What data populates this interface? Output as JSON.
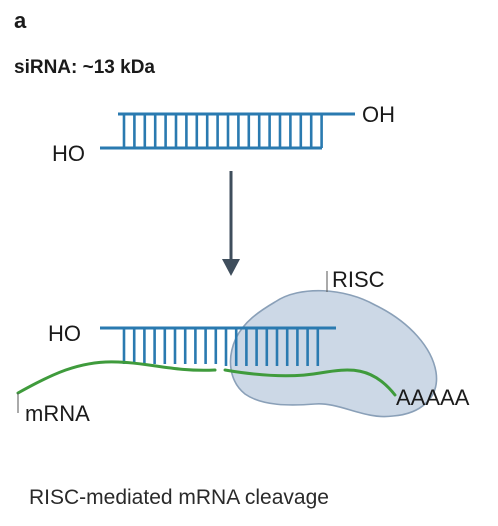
{
  "figure": {
    "panel_label": "a",
    "header": "siRNA: ~13 kDa",
    "caption": "RISC-mediated mRNA cleavage"
  },
  "top_duplex": {
    "five_prime_label": "HO",
    "three_prime_label": "OH"
  },
  "bottom_complex": {
    "guide_label": "HO",
    "risc_label": "RISC",
    "mrna_label": "mRNA",
    "polya_label": "AAAAA"
  },
  "colors": {
    "strand": "#2a7ab0",
    "mrna": "#3f9b3c",
    "risc_fill": "#ccd8e6",
    "risc_stroke": "#8aa0b8",
    "arrow": "#3f4e5c",
    "text": "#1a1a1a"
  },
  "icons": {
    "process_arrow": "arrow-down-icon"
  }
}
